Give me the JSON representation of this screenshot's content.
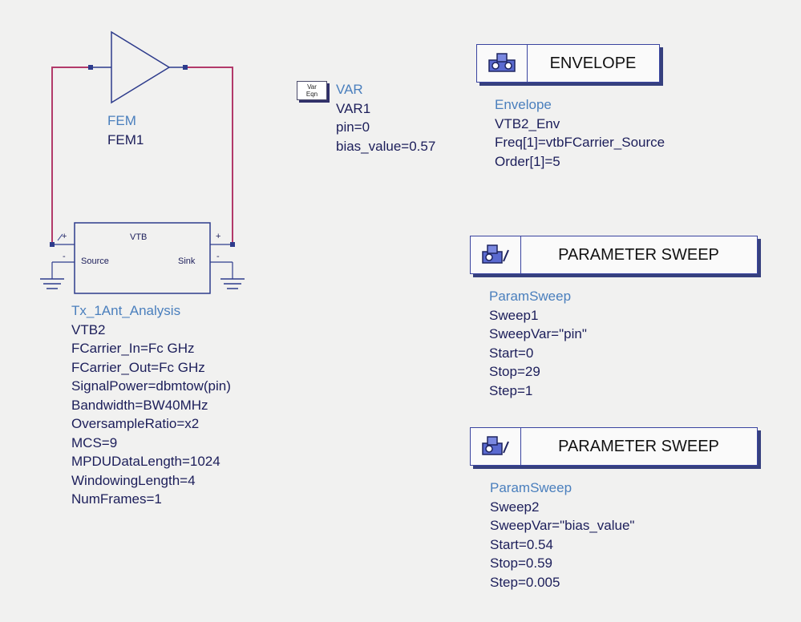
{
  "fem": {
    "type": "FEM",
    "name": "FEM1"
  },
  "vtb": {
    "title": "VTB",
    "source_label": "Source",
    "sink_label": "Sink",
    "plus": "+",
    "minus": "-"
  },
  "vtb_props": {
    "type": "Tx_1Ant_Analysis",
    "name": "VTB2",
    "lines": [
      "FCarrier_In=Fc GHz",
      "FCarrier_Out=Fc GHz",
      "SignalPower=dbmtow(pin)",
      "Bandwidth=BW40MHz",
      "OversampleRatio=x2",
      "MCS=9",
      "MPDUDataLength=1024",
      "WindowingLength=4",
      "NumFrames=1"
    ]
  },
  "var": {
    "icon_top": "Var",
    "icon_bottom": "Eqn",
    "type": "VAR",
    "name": "VAR1",
    "lines": [
      "pin=0",
      "bias_value=0.57"
    ]
  },
  "envelope": {
    "label": "ENVELOPE",
    "type": "Envelope",
    "name": "VTB2_Env",
    "lines": [
      "Freq[1]=vtbFCarrier_Source",
      "Order[1]=5"
    ]
  },
  "sweep1": {
    "label": "PARAMETER SWEEP",
    "type": "ParamSweep",
    "name": "Sweep1",
    "lines": [
      "SweepVar=\"pin\"",
      "Start=0",
      "Stop=29",
      "Step=1"
    ]
  },
  "sweep2": {
    "label": "PARAMETER SWEEP",
    "type": "ParamSweep",
    "name": "Sweep2",
    "lines": [
      "SweepVar=\"bias_value\"",
      "Start=0.54",
      "Stop=0.59",
      "Step=0.005"
    ]
  },
  "colors": {
    "wire": "#b23a6a",
    "component": "#2e3c8c",
    "type_text": "#4a7fbd",
    "param_text": "#1c1e5a",
    "background": "#f1f1f0"
  }
}
